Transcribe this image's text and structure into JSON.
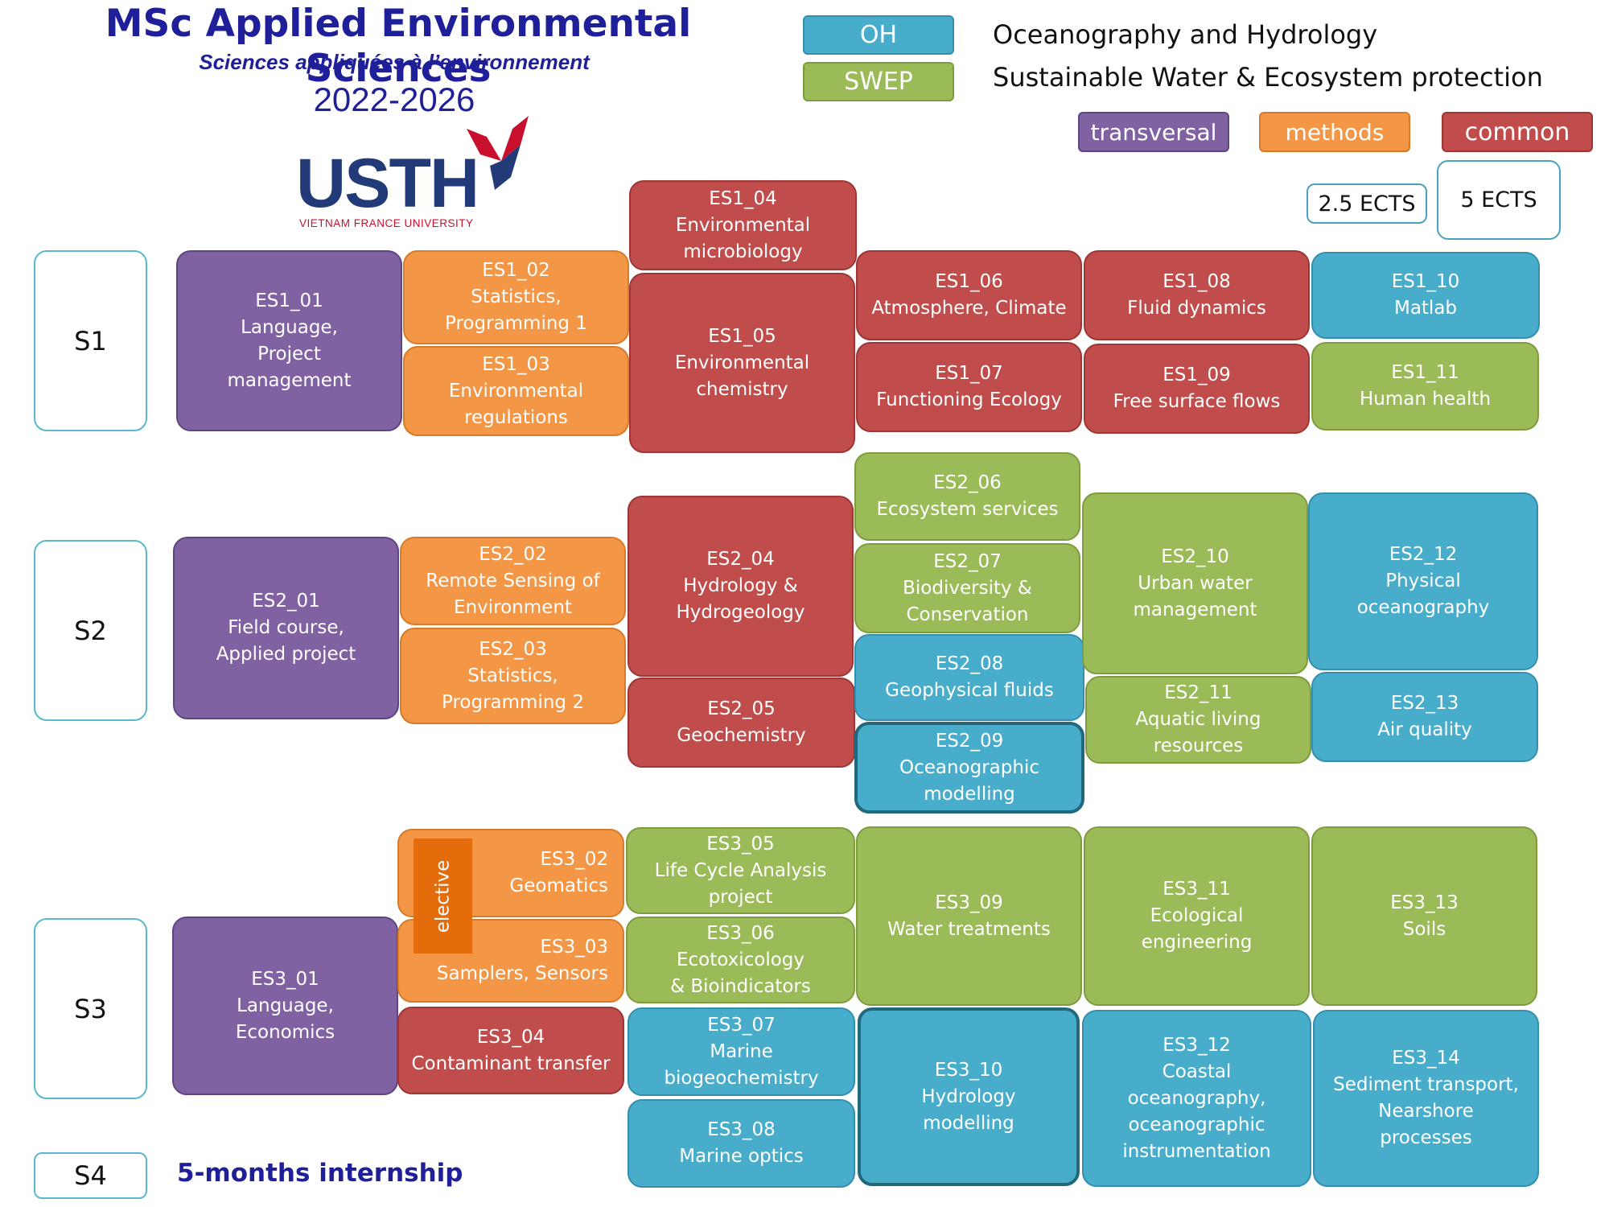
{
  "header": {
    "title": "MSc Applied Environmental Sciences",
    "subtitle": "Sciences appliquées à l’environnement",
    "years": "2022-2026",
    "logo_text": "USTH",
    "logo_sub": "VIETNAM FRANCE UNIVERSITY"
  },
  "legend": {
    "oh": {
      "label": "OH",
      "desc": "Oceanography and Hydrology"
    },
    "swep": {
      "label": "SWEP",
      "desc": "Sustainable Water & Ecosystem protection"
    },
    "transversal": "transversal",
    "methods": "methods",
    "common": "common",
    "ects_small": "2.5 ECTS",
    "ects_large": "5 ECTS"
  },
  "colors": {
    "transversal": "#8061a2",
    "methods": "#f39645",
    "common": "#c04c4c",
    "oh": "#47adca",
    "swep": "#9bbb59",
    "elective": "#e46c0a",
    "title": "#1f1f9a"
  },
  "semesters": [
    "S1",
    "S2",
    "S3",
    "S4"
  ],
  "internship": "5-months internship",
  "elective_label": "elective",
  "courses": {
    "es1_01": "ES1_01\nLanguage,\nProject\nmanagement",
    "es1_02": "ES1_02\nStatistics,\nProgramming 1",
    "es1_03": "ES1_03\nEnvironmental\nregulations",
    "es1_04": "ES1_04\nEnvironmental\nmicrobiology",
    "es1_05": "ES1_05\nEnvironmental\nchemistry",
    "es1_06": "ES1_06\nAtmosphere, Climate",
    "es1_07": "ES1_07\nFunctioning Ecology",
    "es1_08": "ES1_08\nFluid dynamics",
    "es1_09": "ES1_09\nFree surface flows",
    "es1_10": "ES1_10\nMatlab",
    "es1_11": "ES1_11\nHuman health",
    "es2_01": "ES2_01\nField course,\nApplied project",
    "es2_02": "ES2_02\nRemote Sensing of\nEnvironment",
    "es2_03": "ES2_03\nStatistics,\nProgramming 2",
    "es2_04": "ES2_04\nHydrology &\nHydrogeology",
    "es2_05": "ES2_05\nGeochemistry",
    "es2_06": "ES2_06\nEcosystem services",
    "es2_07": "ES2_07\nBiodiversity &\nConservation",
    "es2_08": "ES2_08\nGeophysical fluids",
    "es2_09": "ES2_09\nOceanographic\nmodelling",
    "es2_10": "ES2_10\nUrban water\nmanagement",
    "es2_11": "ES2_11\nAquatic living\nresources",
    "es2_12": "ES2_12\nPhysical\noceanography",
    "es2_13": "ES2_13\nAir quality",
    "es3_01": "ES3_01\nLanguage,\nEconomics",
    "es3_02": "ES3_02\nGeomatics",
    "es3_03": "ES3_03\nSamplers, Sensors",
    "es3_04": "ES3_04\nContaminant transfer",
    "es3_05": "ES3_05\nLife Cycle Analysis\nproject",
    "es3_06": "ES3_06\nEcotoxicology\n& Bioindicators",
    "es3_07": "ES3_07\nMarine\nbiogeochemistry",
    "es3_08": "ES3_08\nMarine optics",
    "es3_09": "ES3_09\nWater treatments",
    "es3_10": "ES3_10\nHydrology\nmodelling",
    "es3_11": "ES3_11\nEcological\nengineering",
    "es3_12": "ES3_12\nCoastal\noceanography,\noceanographic\ninstrumentation",
    "es3_13": "ES3_13\nSoils",
    "es3_14": "ES3_14\nSediment transport,\nNearshore\nprocesses"
  }
}
